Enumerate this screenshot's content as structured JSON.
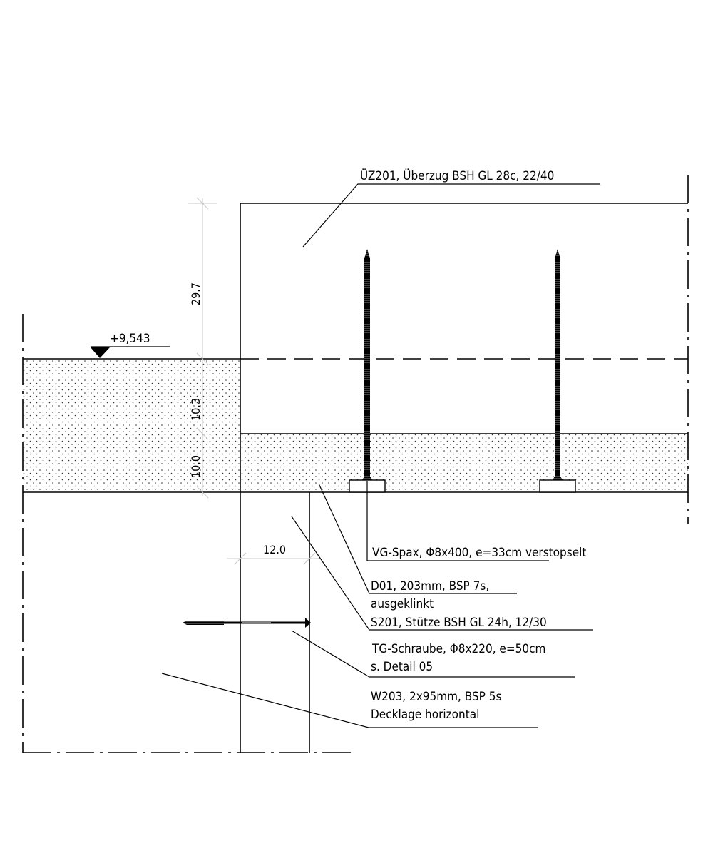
{
  "drawing": {
    "elevation": "+9,543",
    "dimensions": {
      "beam_height": "29.7",
      "layer_upper": "10.3",
      "layer_lower": "10.0",
      "column_width": "12.0"
    },
    "labels": {
      "beam": "ÜZ201, Überzug BSH GL 28c, 22/40",
      "vg_screw": "VG-Spax, Φ8x400, e=33cm verstopselt",
      "slab_line1": "D01, 203mm, BSP 7s,",
      "slab_line2": "ausgeklinkt",
      "column": "S201, Stütze BSH GL 24h, 12/30",
      "tg_line1": "TG-Schraube, Φ8x220, e=50cm",
      "tg_line2": "s. Detail 05",
      "wall_line1": "W203, 2x95mm, BSP 5s",
      "wall_line2": "Decklage horizontal"
    }
  }
}
